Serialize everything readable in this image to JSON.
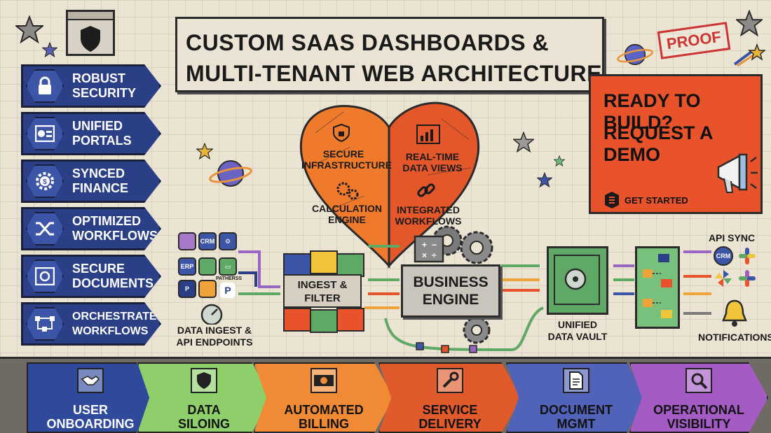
{
  "title": {
    "line1": "CUSTOM SAAS DASHBOARDS &",
    "line2": "MULTI-TENANT WEB ARCHITECTURE"
  },
  "stamp": "PROOF",
  "sidebar": {
    "items": [
      {
        "line1": "ROBUST",
        "line2": "SECURITY",
        "icon": "lock-icon"
      },
      {
        "line1": "UNIFIED",
        "line2": "PORTALS",
        "icon": "dashboard-icon"
      },
      {
        "line1": "SYNCED",
        "line2": "FINANCE",
        "icon": "dollar-gear-icon"
      },
      {
        "line1": "OPTIMIZED",
        "line2": "WORKFLOWS",
        "icon": "shuffle-icon"
      },
      {
        "line1": "SECURE",
        "line2": "DOCUMENTS",
        "icon": "safe-icon"
      },
      {
        "line1": "ORCHESTRATED",
        "line2": "WORKFLOWS",
        "icon": "flow-icon"
      }
    ]
  },
  "cta": {
    "line1": "READY TO BUILD?",
    "line2": "REQUEST A DEMO",
    "button": "GET STARTED"
  },
  "engine": {
    "q1": {
      "line1": "SECURE",
      "line2": "INFRASTRUCTURE"
    },
    "q2": {
      "line1": "REAL-TIME",
      "line2": "DATA VIEWS"
    },
    "q3": {
      "line1": "CALCULATION",
      "line2": "ENGINE"
    },
    "q4": {
      "line1": "INTEGRATED",
      "line2": "WORKFLOWS"
    }
  },
  "ingest": {
    "box": {
      "line1": "INGEST &",
      "line2": "FILTER"
    },
    "label": {
      "line1": "DATA INGEST &",
      "line2": "API ENDPOINTS"
    },
    "tiles": [
      "CRM",
      "ERP",
      "PATHERSS",
      "P"
    ]
  },
  "business": {
    "line1": "BUSINESS",
    "line2": "ENGINE"
  },
  "vault": {
    "line1": "UNIFIED",
    "line2": "DATA VAULT"
  },
  "outputs": {
    "api_sync": "API SYNC",
    "crm": "CRM",
    "notifications": "NOTIFICATIONS"
  },
  "pipeline": [
    {
      "line1": "USER",
      "line2": "ONBOARDING",
      "icon": "handshake-icon",
      "color": "#2f4a9a"
    },
    {
      "line1": "DATA",
      "line2": "SILOING",
      "icon": "shield-icon",
      "color": "#8fcf6b"
    },
    {
      "line1": "AUTOMATED",
      "line2": "BILLING",
      "icon": "cash-icon",
      "color": "#f08a34"
    },
    {
      "line1": "SERVICE",
      "line2": "DELIVERY",
      "icon": "wrench-icon",
      "color": "#e05a2b"
    },
    {
      "line1": "DOCUMENT",
      "line2": "MGMT",
      "icon": "document-icon",
      "color": "#5163b8"
    },
    {
      "line1": "OPERATIONAL",
      "line2": "VISIBILITY",
      "icon": "magnifier-icon",
      "color": "#a45cc4"
    }
  ],
  "colors": {
    "navy": "#2a3f86",
    "orange": "#e8532b",
    "green": "#5fa866",
    "cream": "#ece4d3"
  }
}
